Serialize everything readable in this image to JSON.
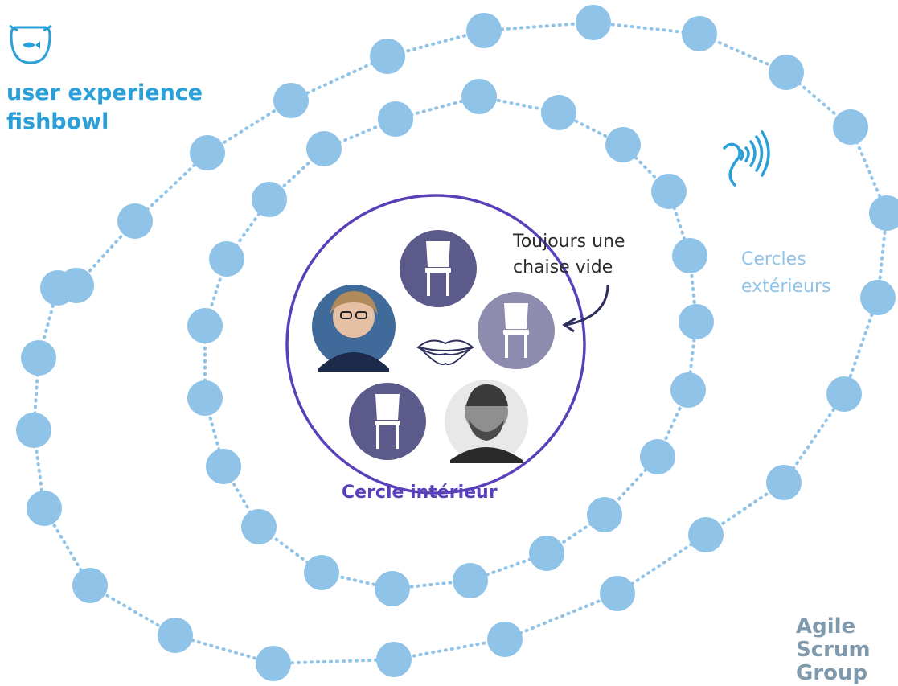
{
  "brand": {
    "top_line1": "user experience",
    "top_line2": "fishbowl",
    "bottom_line1": "Agile",
    "bottom_line2": "Scrum",
    "bottom_line3": "Group"
  },
  "annotations": {
    "empty_chair_line1": "Toujours une",
    "empty_chair_line2": "chaise vide",
    "outer_line1": "Cercles",
    "outer_line2": "extérieurs",
    "inner": "Cercle intérieur"
  },
  "icons": {
    "logo": "fishbowl-icon",
    "ear": "ear-listening-icon",
    "mouth": "lips-icon",
    "chair": "chair-icon",
    "arrow": "curved-arrow-icon",
    "person1": "person-woman-avatar",
    "person2": "person-man-avatar"
  },
  "colors": {
    "dot": "#8fc3e8",
    "brand": "#2a9fd8",
    "inner_circle": "#5940b8",
    "chair_dark": "#5b5a8a",
    "chair_empty": "#8d8caf",
    "agile_group": "#7f9aac"
  }
}
